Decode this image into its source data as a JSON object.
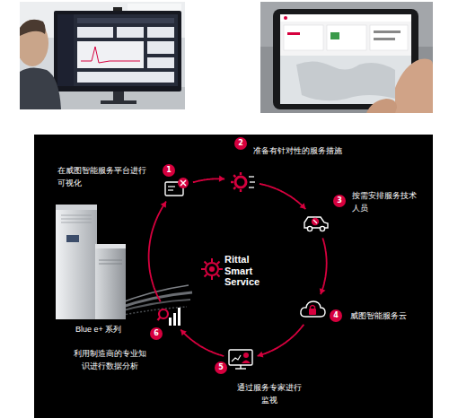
{
  "diagram": {
    "nodes": [
      {
        "text": [
          "在威图智能服务平台进行 可视化",
          "1"
        ]
      },
      {
        "text": [
          "准备有针对性的服务措施",
          "2"
        ]
      },
      {
        "text": [
          "按需安排服务技术 人员",
          "3"
        ]
      },
      {
        "text": [
          "威图智能服务云",
          "4"
        ]
      },
      {
        "text": [
          "通过服务专家进行 监视",
          "5"
        ]
      },
      {
        "text": [
          "利用制造商的专业知 识进行数据分析",
          "6"
        ]
      }
    ],
    "edges": [
      {
        "from": 0,
        "to": 1,
        "arrow": "to"
      },
      {
        "from": 1,
        "to": 2,
        "arrow": "to"
      },
      {
        "from": 2,
        "to": 3,
        "arrow": "to"
      },
      {
        "from": 3,
        "to": 4,
        "arrow": "to"
      },
      {
        "from": 4,
        "to": 5,
        "arrow": "to"
      },
      {
        "from": 5,
        "to": 0,
        "arrow": "to"
      }
    ],
    "labels": [
      "Rittal Smart Service",
      "Blue e+ 系列"
    ]
  }
}
